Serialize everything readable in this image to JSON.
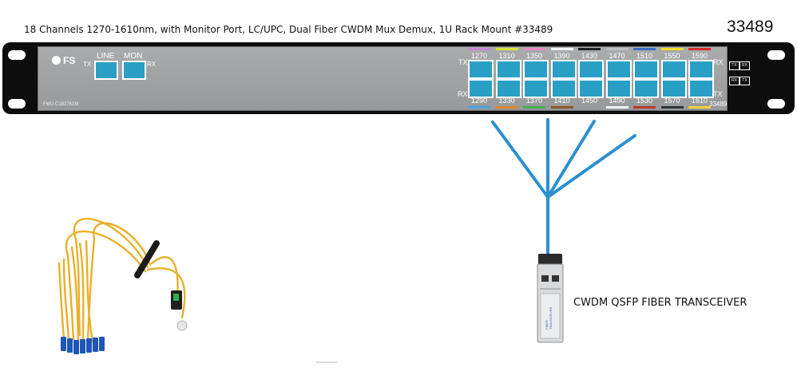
{
  "header": {
    "caption": "18 Channels 1270-1610nm, with Monitor Port, LC/UPC, Dual Fiber CWDM Mux Demux, 1U Rack Mount #33489",
    "product_id": "33489"
  },
  "device": {
    "brand": "FS",
    "model": "FMU-C182761M",
    "small_id": "33489",
    "tx_label": "TX",
    "rx_label": "RX",
    "line_label": "LINE",
    "mon_label": "MON",
    "top_channels": [
      "1270",
      "1310",
      "1350",
      "1390",
      "1430",
      "1470",
      "1510",
      "1550",
      "1590"
    ],
    "bottom_channels": [
      "1290",
      "1330",
      "1370",
      "1410",
      "1450",
      "1490",
      "1530",
      "1570",
      "1610"
    ],
    "top_strip_colors": [
      "#c58bd6",
      "#d7e53a",
      "#e98bc1",
      "#ffffff",
      "#222222",
      "#bfbfbf",
      "#3a72c6",
      "#f2de2a",
      "#d72b2b"
    ],
    "bottom_strip_colors": [
      "#4da3df",
      "#e0872a",
      "#4ab04a",
      "#8a5a2a",
      "#9a9a9a",
      "#f2f2f2",
      "#c0392b",
      "#333333",
      "#f5d33d"
    ]
  },
  "transceiver": {
    "label": "CWDM QSFP FIBER TRANSCEIVER",
    "module_text": "FIBER TRANSCEIVER"
  },
  "colors": {
    "fiber": "#2b8fd1",
    "port": "#2a9fc6",
    "rack": "#0d0d0d",
    "cable": "#e8b02a"
  }
}
